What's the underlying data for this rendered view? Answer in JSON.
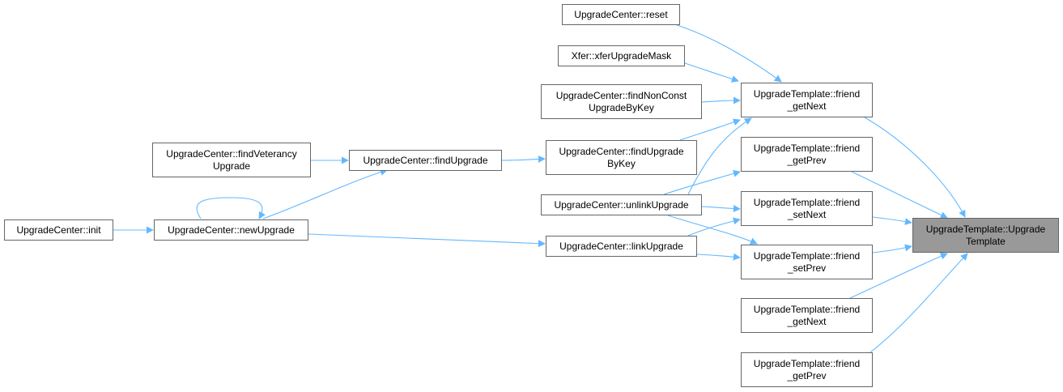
{
  "diagram": {
    "edge_color": "#63b8ff",
    "focus_fill": "#999999",
    "node_border": "#666666",
    "nodes": {
      "focus": "UpgradeTemplate::Upgrade\nTemplate",
      "friend_getNext_a": "UpgradeTemplate::friend\n_getNext",
      "friend_getPrev_a": "UpgradeTemplate::friend\n_getPrev",
      "friend_setNext": "UpgradeTemplate::friend\n_setNext",
      "friend_setPrev": "UpgradeTemplate::friend\n_setPrev",
      "friend_getNext_b": "UpgradeTemplate::friend\n_getNext",
      "friend_getPrev_b": "UpgradeTemplate::friend\n_getPrev",
      "reset": "UpgradeCenter::reset",
      "xferUpgradeMask": "Xfer::xferUpgradeMask",
      "findNonConst": "UpgradeCenter::findNonConst\nUpgradeByKey",
      "findUpgradeByKey": "UpgradeCenter::findUpgrade\nByKey",
      "unlinkUpgrade": "UpgradeCenter::unlinkUpgrade",
      "linkUpgrade": "UpgradeCenter::linkUpgrade",
      "findUpgrade": "UpgradeCenter::findUpgrade",
      "findVeterancy": "UpgradeCenter::findVeterancy\nUpgrade",
      "newUpgrade": "UpgradeCenter::newUpgrade",
      "init": "UpgradeCenter::init"
    }
  }
}
